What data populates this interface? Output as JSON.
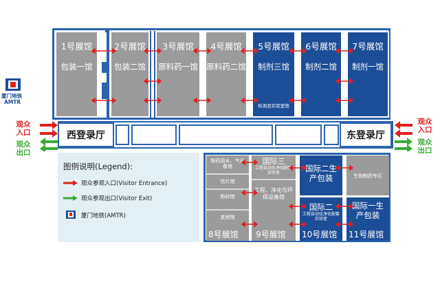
{
  "colors": {
    "gray_hall": "#9b9b9b",
    "blue_hall": "#1c4e97",
    "frame": "#2b63ad",
    "entrance": "#e02020",
    "exit": "#3aaa35",
    "legend_bg": "#e2eff5"
  },
  "logo": {
    "line1": "厦门地铁",
    "line2": "AMTR"
  },
  "halls_top": [
    {
      "title": "1号展馆",
      "sub": "包装一馆"
    },
    {
      "title": "2号展馆",
      "sub": "包装二馆"
    },
    {
      "title": "3号展馆",
      "sub": "原料药一馆"
    },
    {
      "title": "4号展馆",
      "sub": "原料药二馆"
    },
    {
      "title": "5号展馆",
      "sub": "制剂三馆",
      "extra": "检测及实验室馆"
    },
    {
      "title": "6号展馆",
      "sub": "制剂二馆"
    },
    {
      "title": "7号展馆",
      "sub": "制剂一馆"
    }
  ],
  "lobby_west": "西登录厅",
  "lobby_east": "东登录厅",
  "left_entrance": "观众\n入口",
  "left_exit": "观众\n出口",
  "right_entrance": "观众\n入口",
  "right_exit": "观众\n出口",
  "legend": {
    "title": "图例说明(Legend):",
    "entrance": "观众参观入口(Visitor Entrance)",
    "exit": "观众参观出口(Visitor Exit)",
    "metro": "厦门地铁(AMTR)"
  },
  "hall8": {
    "name": "8号展馆",
    "zones": [
      "制药用水、气设备馆",
      "饮片馆",
      "粉碎馆",
      "其他馆"
    ]
  },
  "hall9": {
    "name": "9号展馆",
    "top": "国际三",
    "top_small": "工程自动化净化配套实验室",
    "sub": "工程、净化与环保设备馆"
  },
  "hall10": {
    "name": "10号展馆",
    "top": "国际二生产包装",
    "bottom": "国际二",
    "bottom_small": "工程自动化净化配套实验室"
  },
  "hall11": {
    "name": "11号展馆",
    "top": "生物制药专区",
    "bottom": "国际一生产包装"
  }
}
